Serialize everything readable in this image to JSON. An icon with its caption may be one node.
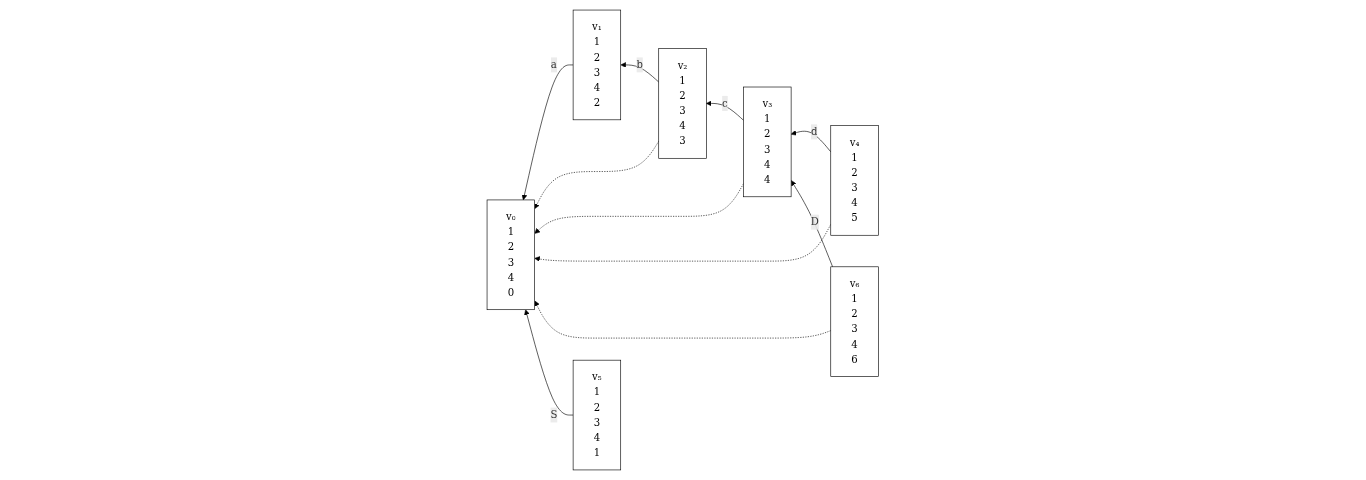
{
  "diagram": {
    "nodes": [
      {
        "text": [
          "v₀",
          "1",
          "2",
          "3",
          "4",
          "0"
        ]
      },
      {
        "text": [
          "v₁",
          "1",
          "2",
          "3",
          "4",
          "2"
        ]
      },
      {
        "text": [
          "v₂",
          "1",
          "2",
          "3",
          "4",
          "3"
        ]
      },
      {
        "text": [
          "v₃",
          "1",
          "2",
          "3",
          "4",
          "4"
        ]
      },
      {
        "text": [
          "v₄",
          "1",
          "2",
          "3",
          "4",
          "5"
        ]
      },
      {
        "text": [
          "v₆",
          "1",
          "2",
          "3",
          "4",
          "6"
        ]
      },
      {
        "text": [
          "v₅",
          "1",
          "2",
          "3",
          "4",
          "1"
        ]
      }
    ],
    "edges": [
      {
        "from": 1,
        "to": 0,
        "arrow": "to",
        "label": "a"
      },
      {
        "from": 2,
        "to": 1,
        "arrow": "to",
        "label": "b"
      },
      {
        "from": 3,
        "to": 2,
        "arrow": "to",
        "label": "c"
      },
      {
        "from": 4,
        "to": 3,
        "arrow": "to",
        "label": "d"
      },
      {
        "from": 2,
        "to": 0,
        "arrow": "to",
        "style": "dashed"
      },
      {
        "from": 3,
        "to": 0,
        "arrow": "to",
        "style": "dashed"
      },
      {
        "from": 4,
        "to": 0,
        "arrow": "to",
        "style": "dashed"
      },
      {
        "from": 5,
        "to": 0,
        "arrow": "to",
        "style": "dashed"
      },
      {
        "from": 5,
        "to": 3,
        "arrow": "to",
        "label": "D"
      },
      {
        "from": 6,
        "to": 0,
        "arrow": "to",
        "label": "S"
      }
    ]
  }
}
